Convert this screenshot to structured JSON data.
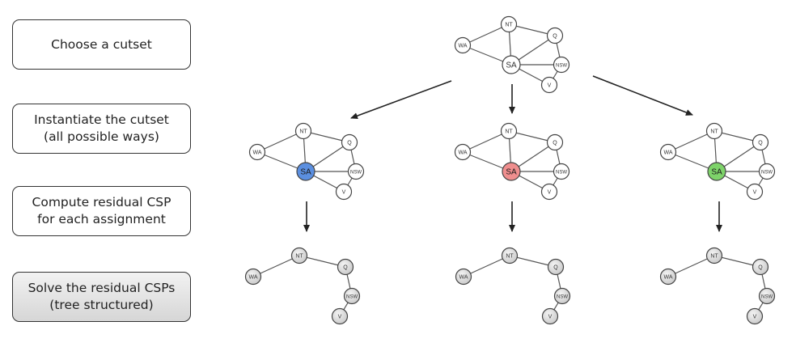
{
  "steps": [
    {
      "label": "Choose a cutset",
      "shaded": false
    },
    {
      "label": "Instantiate the cutset\n(all possible ways)",
      "shaded": false
    },
    {
      "label": "Compute residual CSP\nfor each assignment",
      "shaded": false
    },
    {
      "label": "Solve the residual CSPs\n(tree structured)",
      "shaded": false
    }
  ],
  "node_labels": {
    "WA": "WA",
    "NT": "NT",
    "Q": "Q",
    "SA": "SA",
    "NSW": "NSW",
    "V": "V"
  },
  "colors": {
    "sa_blue": "#5b8fe0",
    "sa_red": "#ef8e8e",
    "sa_green": "#7ed36a",
    "tree_node_fill": "#d9d9d9"
  },
  "graphs": [
    {
      "id": "original",
      "sa_color": "#ffffff"
    },
    {
      "id": "assign-blue",
      "sa_color": "#5b8fe0"
    },
    {
      "id": "assign-red",
      "sa_color": "#ef8e8e"
    },
    {
      "id": "assign-green",
      "sa_color": "#7ed36a"
    }
  ],
  "residual_trees": [
    {
      "id": "tree-blue"
    },
    {
      "id": "tree-red"
    },
    {
      "id": "tree-green"
    }
  ]
}
